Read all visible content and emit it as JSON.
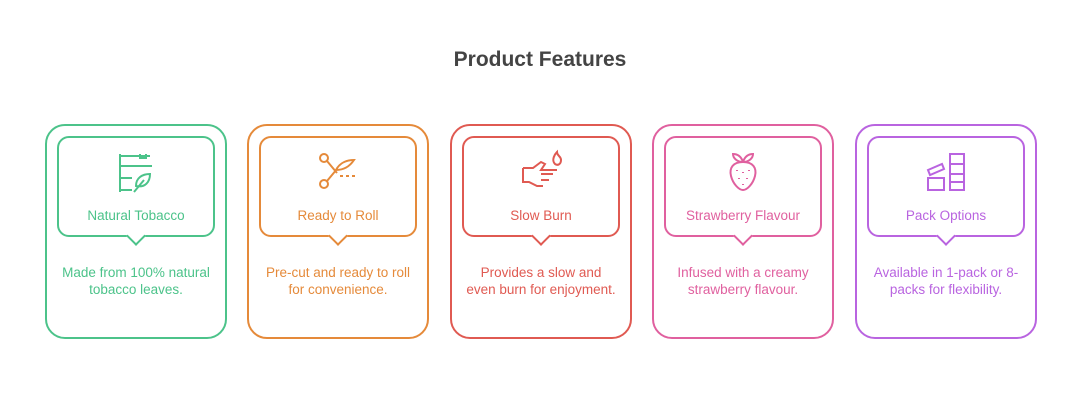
{
  "title": "Product Features",
  "features": [
    {
      "title": "Natural Tobacco",
      "description": "Made from 100% natural tobacco leaves.",
      "icon": "leaf-rack-icon",
      "color": "#4cc38a"
    },
    {
      "title": "Ready to Roll",
      "description": "Pre-cut and ready to roll for convenience.",
      "icon": "scissors-icon",
      "color": "#e58a3a"
    },
    {
      "title": "Slow Burn",
      "description": "Provides a slow and even burn for enjoyment.",
      "icon": "hand-flame-icon",
      "color": "#e05a52"
    },
    {
      "title": "Strawberry Flavour",
      "description": "Infused with a creamy strawberry flavour.",
      "icon": "strawberry-icon",
      "color": "#e0609f"
    },
    {
      "title": "Pack Options",
      "description": "Available in 1-pack or 8-packs for flexibility.",
      "icon": "blocks-icon",
      "color": "#b964e0"
    }
  ]
}
